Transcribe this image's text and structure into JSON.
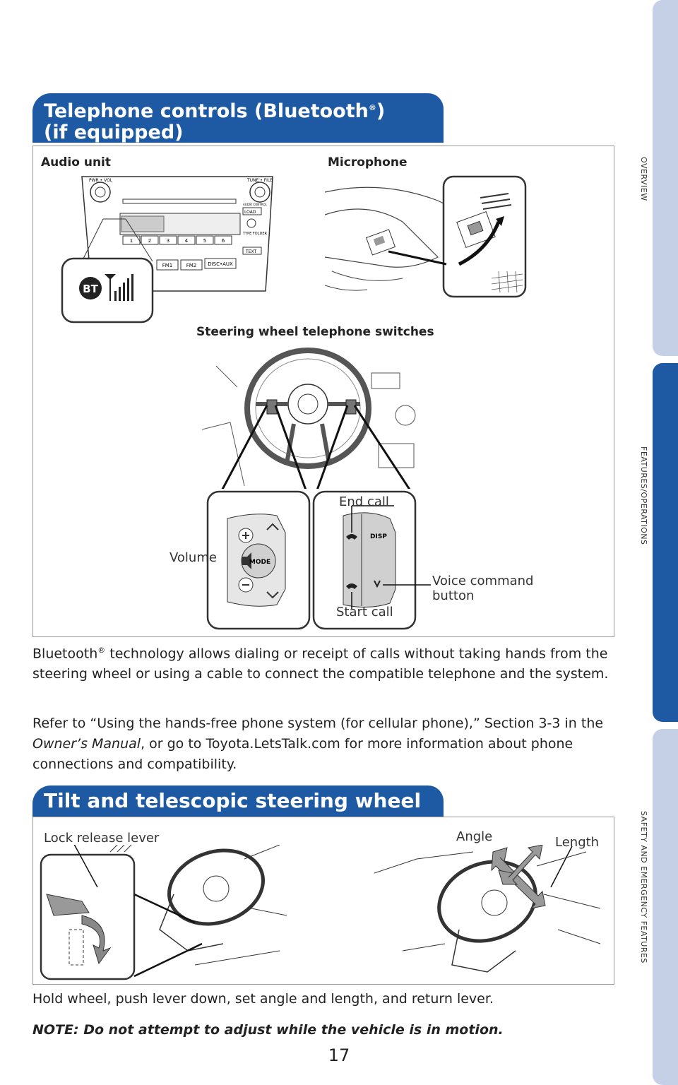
{
  "side_tabs": {
    "overview": "OVERVIEW",
    "features": "FEATURES/OPERATIONS",
    "safety": "SAFETY AND EMERGENCY FEATURES"
  },
  "section1": {
    "title_line1": "Telephone controls (Bluetooth",
    "title_reg": "®",
    "title_line1_end": ")",
    "title_line2": "(if equipped)",
    "labels": {
      "audio_unit": "Audio unit",
      "microphone": "Microphone",
      "steering_switches": "Steering wheel telephone switches",
      "end_call": "End call",
      "volume": "Volume",
      "voice_command_1": "Voice command",
      "voice_command_2": "button",
      "start_call": "Start call"
    },
    "audio_unit_text": {
      "pwr_vol": "PWR • VOL",
      "tune_file": "TUNE • FILE",
      "audio_control": "AUDIO CONTROL",
      "load": "LOAD",
      "type_folder": "TYPE FOLDER",
      "text": "TEXT",
      "fm1": "FM1",
      "fm2": "FM2",
      "disc_aux": "DISC•AUX",
      "presets": [
        "1",
        "2",
        "3",
        "4",
        "5",
        "6"
      ],
      "bt": "BT"
    },
    "switch_text": {
      "mode": "MODE",
      "disp": "DISP"
    },
    "paragraph1_pre": "Bluetooth",
    "paragraph1_reg": "®",
    "paragraph1_post": " technology allows dialing or receipt of calls without taking hands from the steering wheel or using a cable to connect the compatible telephone and the system.",
    "paragraph2_pre": "Refer to “Using the hands-free phone system (for cellular phone),” Section 3-3 in the ",
    "paragraph2_em": "Owner’s Manual",
    "paragraph2_post": ", or go to Toyota.LetsTalk.com for more information about phone connections and compatibility."
  },
  "section2": {
    "title": "Tilt and telescopic steering wheel",
    "labels": {
      "lock_release": "Lock release lever",
      "angle": "Angle",
      "length": "Length"
    },
    "paragraph": "Hold wheel, push lever down, set angle and length, and return lever.",
    "note": "NOTE: Do not attempt to adjust while the vehicle is in motion."
  },
  "page_number": "17"
}
